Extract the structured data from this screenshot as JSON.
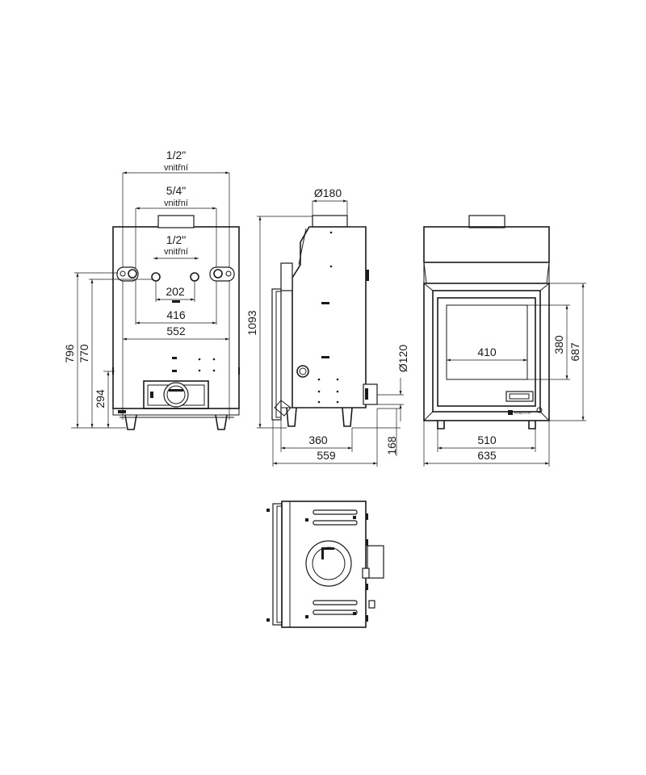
{
  "front_view": {
    "top_connection": {
      "size": "1/2\"",
      "note": "vnitřní"
    },
    "middle_connection": {
      "size": "5/4\"",
      "note": "vnitřní"
    },
    "inner_connection": {
      "size": "1/2\"",
      "note": "vnitřní"
    },
    "width_202": "202",
    "width_416": "416",
    "width_552": "552",
    "height_796": "796",
    "height_770": "770",
    "height_294": "294"
  },
  "side_view": {
    "flue_diameter": "Ø180",
    "height_1093": "1093",
    "air_inlet_diameter": "Ø120",
    "depth_360": "360",
    "depth_559": "559",
    "height_168": "168"
  },
  "door_view": {
    "glass_width": "410",
    "glass_height": "380",
    "door_height": "687",
    "base_width": "510",
    "total_width": "635",
    "brand": "ROMOTOP"
  }
}
